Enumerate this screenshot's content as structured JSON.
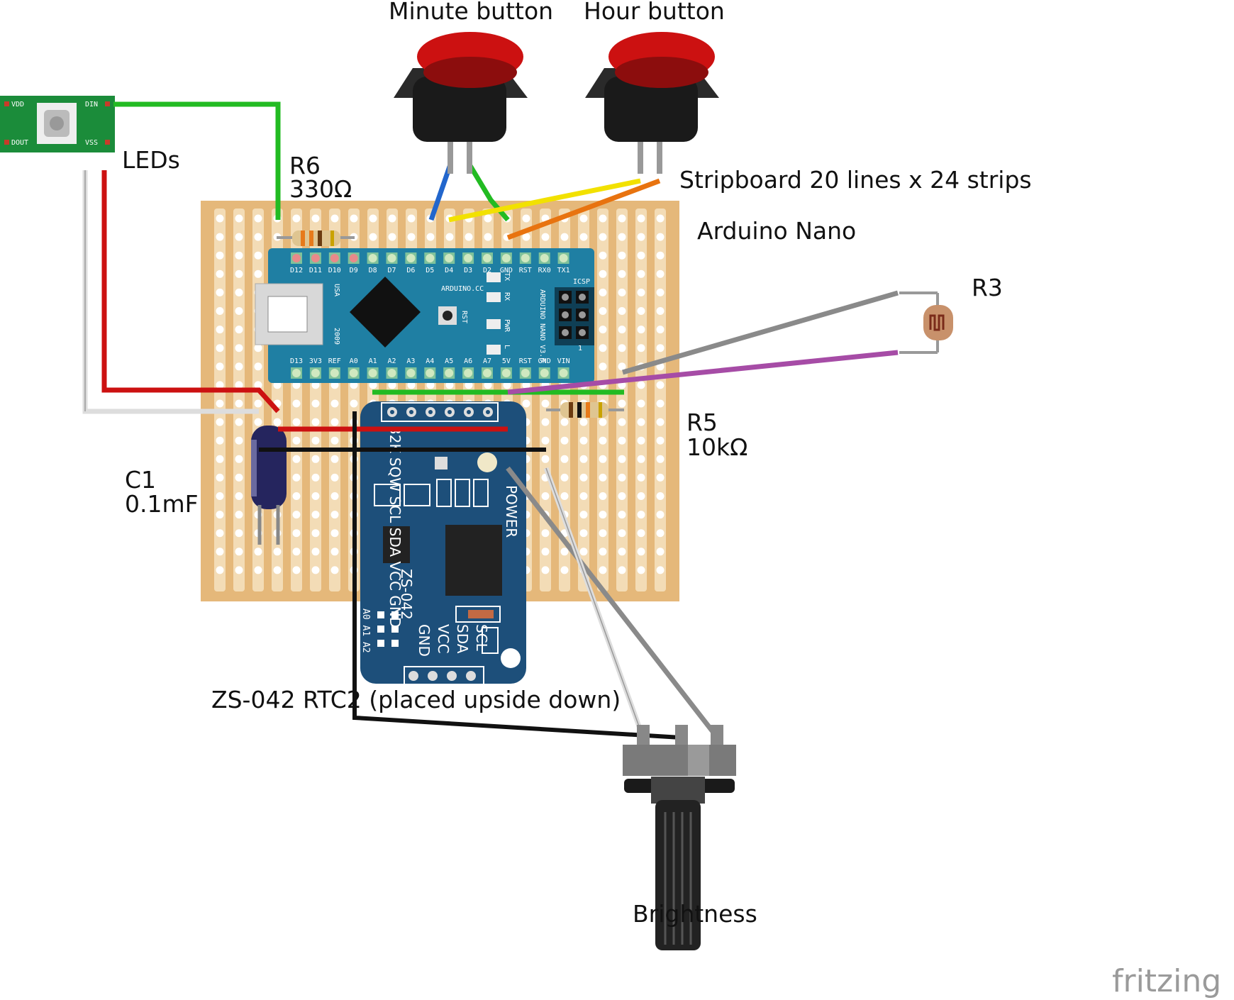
{
  "labels": {
    "minute_button": "Minute button",
    "hour_button": "Hour button",
    "leds": "LEDs",
    "r6_name": "R6",
    "r6_value": "330Ω",
    "stripboard": "Stripboard 20 lines x 24 strips",
    "arduino": "Arduino Nano",
    "r3": "R3",
    "r5_name": "R5",
    "r5_value": "10kΩ",
    "c1_name": "C1",
    "c1_value": "0.1mF",
    "rtc": "ZS-042 RTC2 (placed upside down)",
    "brightness": "Brightness",
    "watermark": "fritzing"
  },
  "led_module": {
    "vdd": "VDD",
    "din": "DIN",
    "dout": "DOUT",
    "vss": "VSS"
  },
  "nano": {
    "top_pins": [
      "D12",
      "D11",
      "D10",
      "D9",
      "D8",
      "D7",
      "D6",
      "D5",
      "D4",
      "D3",
      "D2",
      "GND",
      "RST",
      "RX0",
      "TX1"
    ],
    "bottom_pins": [
      "D13",
      "3V3",
      "REF",
      "A0",
      "A1",
      "A2",
      "A3",
      "A4",
      "A5",
      "A6",
      "A7",
      "5V",
      "RST",
      "GND",
      "VIN"
    ],
    "brand": "ARDUINO.CC",
    "model": "ARDUINO NANO V3.0",
    "usa": "USA",
    "year": "2009",
    "rst": "RST",
    "icsp": "ICSP",
    "led_tx": "TX",
    "led_rx": "RX",
    "led_pwr": "PWR",
    "led_l": "L",
    "icsp_one": "1"
  },
  "rtc_board": {
    "top_labels": "32K SQW SCL SDA VCC GND",
    "power": "POWER",
    "model": "ZS-042",
    "addr": "A0 A1 A2",
    "bottom_pins": [
      "SCL",
      "SDA",
      "VCC",
      "GND"
    ]
  },
  "colors": {
    "board": "#e5b87a",
    "nano": "#1f7fa3",
    "rtc": "#1d4f7a",
    "wire_green": "#22bb22",
    "wire_red": "#cc1111",
    "wire_black": "#111111",
    "wire_yellow": "#f2e100",
    "wire_orange": "#e8730f",
    "wire_blue": "#2266cc",
    "wire_purple": "#a64ca6",
    "wire_gray": "#8a8a8a",
    "wire_white": "#dddddd",
    "button_cap": "#cc1111"
  }
}
